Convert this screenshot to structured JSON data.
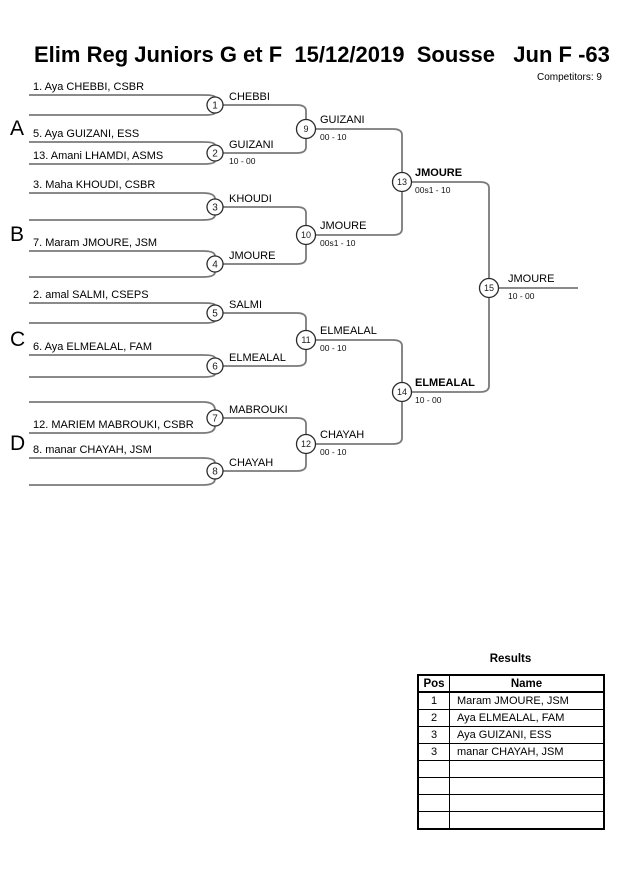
{
  "header": {
    "title": "Elim Reg Juniors G et F  15/12/2019  Sousse   Jun F -63",
    "competitors": "Competitors: 9"
  },
  "sections": [
    {
      "letter": "A"
    },
    {
      "letter": "B"
    },
    {
      "letter": "C"
    },
    {
      "letter": "D"
    }
  ],
  "seeds": [
    {
      "label": "1. Aya CHEBBI, CSBR"
    },
    {
      "label": "5. Aya GUIZANI, ESS"
    },
    {
      "label": "13. Amani LHAMDI, ASMS"
    },
    {
      "label": "3. Maha KHOUDI, CSBR"
    },
    {
      "label": "7. Maram JMOURE, JSM"
    },
    {
      "label": "2. amal SALMI, CSEPS"
    },
    {
      "label": "6. Aya ELMEALAL, FAM"
    },
    {
      "label": "12. MARIEM MABROUKI, CSBR"
    },
    {
      "label": "8. manar CHAYAH, JSM"
    }
  ],
  "matches": [
    {
      "number": "1",
      "winner": "CHEBBI",
      "score": ""
    },
    {
      "number": "2",
      "winner": "GUIZANI",
      "score": "10 - 00"
    },
    {
      "number": "3",
      "winner": "KHOUDI",
      "score": ""
    },
    {
      "number": "4",
      "winner": "JMOURE",
      "score": ""
    },
    {
      "number": "5",
      "winner": "SALMI",
      "score": ""
    },
    {
      "number": "6",
      "winner": "ELMEALAL",
      "score": ""
    },
    {
      "number": "7",
      "winner": "MABROUKI",
      "score": ""
    },
    {
      "number": "8",
      "winner": "CHAYAH",
      "score": ""
    },
    {
      "number": "9",
      "winner": "GUIZANI",
      "score": "00 - 10"
    },
    {
      "number": "10",
      "winner": "JMOURE",
      "score": "00s1 - 10"
    },
    {
      "number": "11",
      "winner": "ELMEALAL",
      "score": "00 - 10"
    },
    {
      "number": "12",
      "winner": "CHAYAH",
      "score": "00 - 10"
    },
    {
      "number": "13",
      "winner": "JMOURE",
      "score": "00s1 - 10"
    },
    {
      "number": "14",
      "winner": "ELMEALAL",
      "score": "10 - 00"
    },
    {
      "number": "15",
      "winner": "JMOURE",
      "score": "10 - 00"
    }
  ],
  "results": {
    "title": "Results",
    "columns": [
      "Pos",
      "Name"
    ],
    "rows": [
      {
        "pos": "1",
        "name": "Maram JMOURE, JSM"
      },
      {
        "pos": "2",
        "name": "Aya ELMEALAL, FAM"
      },
      {
        "pos": "3",
        "name": "Aya GUIZANI, ESS"
      },
      {
        "pos": "3",
        "name": "manar CHAYAH, JSM"
      },
      {
        "pos": "",
        "name": ""
      },
      {
        "pos": "",
        "name": ""
      },
      {
        "pos": "",
        "name": ""
      },
      {
        "pos": "",
        "name": ""
      }
    ]
  }
}
